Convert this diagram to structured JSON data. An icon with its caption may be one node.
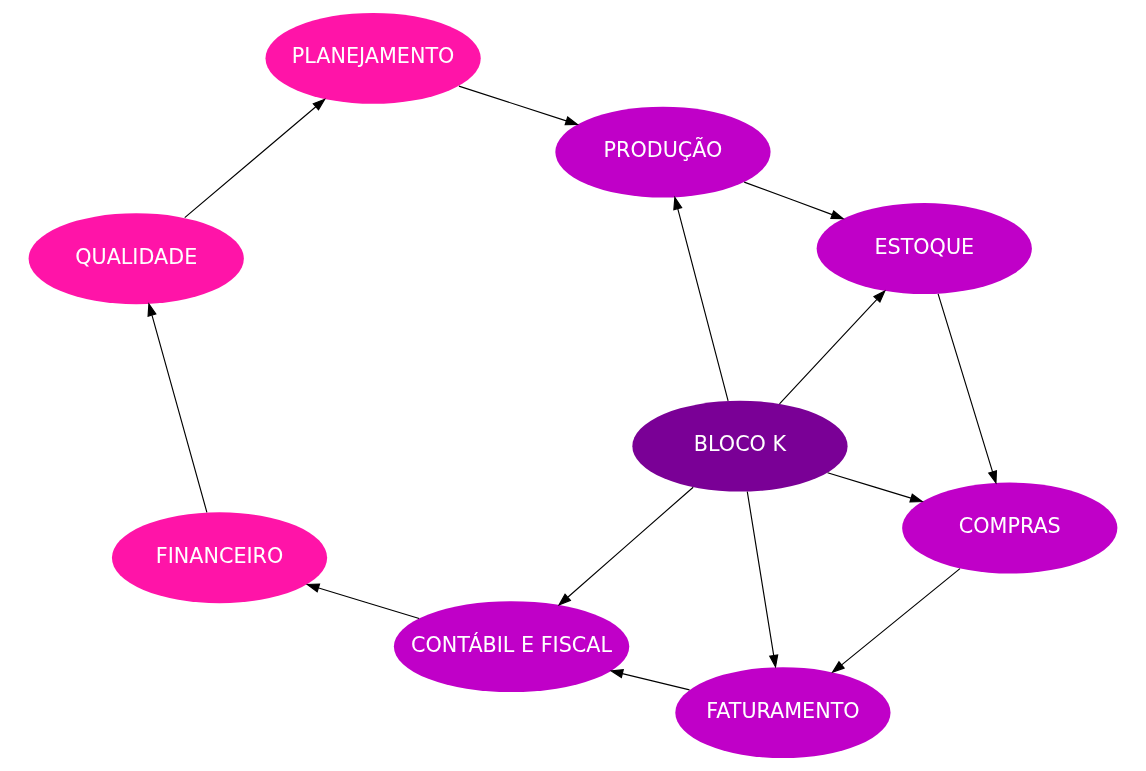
{
  "diagram": {
    "nodes": [
      {
        "text": [
          "PRODUÇÃO"
        ]
      },
      {
        "text": [
          "PLANEJAMENTO"
        ]
      },
      {
        "text": [
          "ESTOQUE"
        ]
      },
      {
        "text": [
          "BLOCO K"
        ]
      },
      {
        "text": [
          "QUALIDADE"
        ]
      },
      {
        "text": [
          "COMPRAS"
        ]
      },
      {
        "text": [
          "FINANCEIRO"
        ]
      },
      {
        "text": [
          "FATURAMENTO"
        ]
      },
      {
        "text": [
          "CONTÁBIL E FISCAL"
        ]
      }
    ],
    "edges": [
      {
        "from": 3,
        "to": 0,
        "arrow": "to"
      },
      {
        "from": 3,
        "to": 2,
        "arrow": "to"
      },
      {
        "from": 3,
        "to": 5,
        "arrow": "to"
      },
      {
        "from": 3,
        "to": 7,
        "arrow": "to"
      },
      {
        "from": 3,
        "to": 8,
        "arrow": "to"
      },
      {
        "from": 0,
        "to": 2,
        "arrow": "to"
      },
      {
        "from": 2,
        "to": 5,
        "arrow": "to"
      },
      {
        "from": 5,
        "to": 7,
        "arrow": "to"
      },
      {
        "from": 7,
        "to": 8,
        "arrow": "to"
      },
      {
        "from": 8,
        "to": 6,
        "arrow": "to"
      },
      {
        "from": 6,
        "to": 4,
        "arrow": "to"
      },
      {
        "from": 4,
        "to": 1,
        "arrow": "to"
      },
      {
        "from": 1,
        "to": 0,
        "arrow": "to"
      }
    ]
  }
}
